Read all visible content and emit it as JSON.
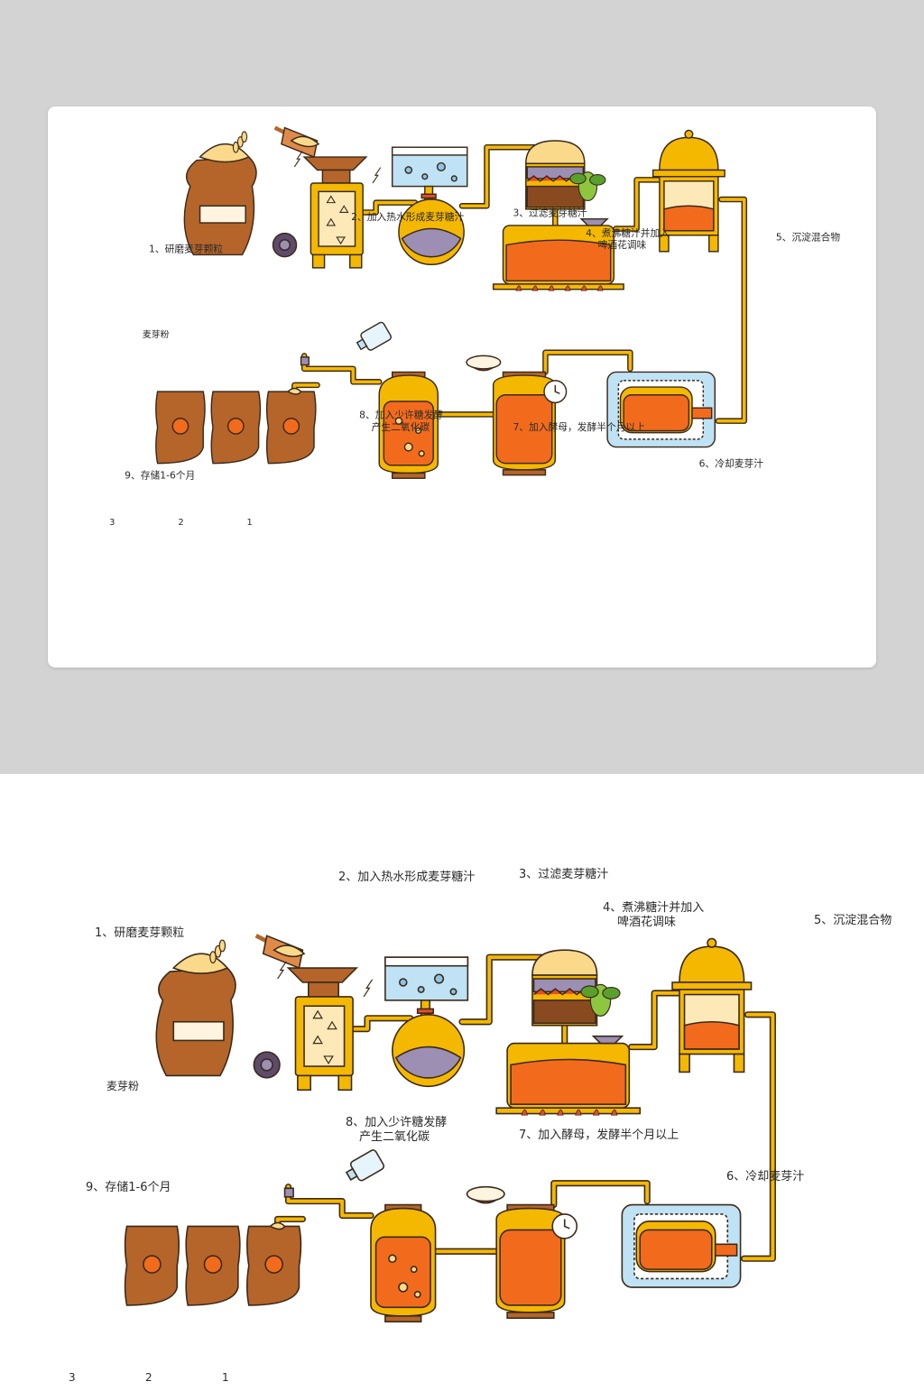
{
  "steps": {
    "s1": "1、研磨麦芽颗粒",
    "s2": "2、加入热水形成麦芽糖汁",
    "s3": "3、过滤麦芽糖汁",
    "s4a": "4、煮沸糖汁并加入",
    "s4b": "啤酒花调味",
    "s5": "5、沉淀混合物",
    "s6": "6、冷却麦芽汁",
    "s7": "7、加入酵母，发酵半个月以上",
    "s8a": "8、加入少许糖发酵",
    "s8b": "产生二氧化碳",
    "s9": "9、存储1-6个月"
  },
  "sack_label": "麦芽粉",
  "barrels": [
    "3",
    "2",
    "1"
  ],
  "colors": {
    "top_band": "#d3d3d3",
    "pipe": "#f5b800",
    "orange": "#f26b1d",
    "cream": "#fbd98a",
    "brown": "#b5652a",
    "lavender": "#9c8fb3",
    "water": "#bfe2f5",
    "outline": "#3a2a1a"
  }
}
